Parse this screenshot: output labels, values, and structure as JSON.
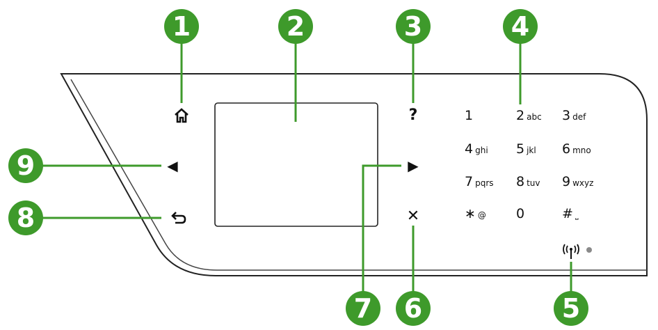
{
  "callouts": [
    "1",
    "2",
    "3",
    "4",
    "5",
    "6",
    "7",
    "8",
    "9"
  ],
  "icons": {
    "home": "home-icon",
    "help": "?",
    "left_arrow": "◀",
    "right_arrow": "▶",
    "back": "back-icon",
    "cancel": "✕",
    "wireless": "wireless-icon"
  },
  "keypad": [
    {
      "num": "1",
      "letters": ""
    },
    {
      "num": "2",
      "letters": "abc"
    },
    {
      "num": "3",
      "letters": "def"
    },
    {
      "num": "4",
      "letters": "ghi"
    },
    {
      "num": "5",
      "letters": "jkl"
    },
    {
      "num": "6",
      "letters": "mno"
    },
    {
      "num": "7",
      "letters": "pqrs"
    },
    {
      "num": "8",
      "letters": "tuv"
    },
    {
      "num": "9",
      "letters": "wxyz"
    },
    {
      "num": "∗",
      "letters": "@"
    },
    {
      "num": "0",
      "letters": ""
    },
    {
      "num": "#",
      "letters": "⎵"
    }
  ],
  "colors": {
    "callout_green": "#3e9a2b",
    "outline": "#222222",
    "status_light": "#8a8a8a"
  }
}
